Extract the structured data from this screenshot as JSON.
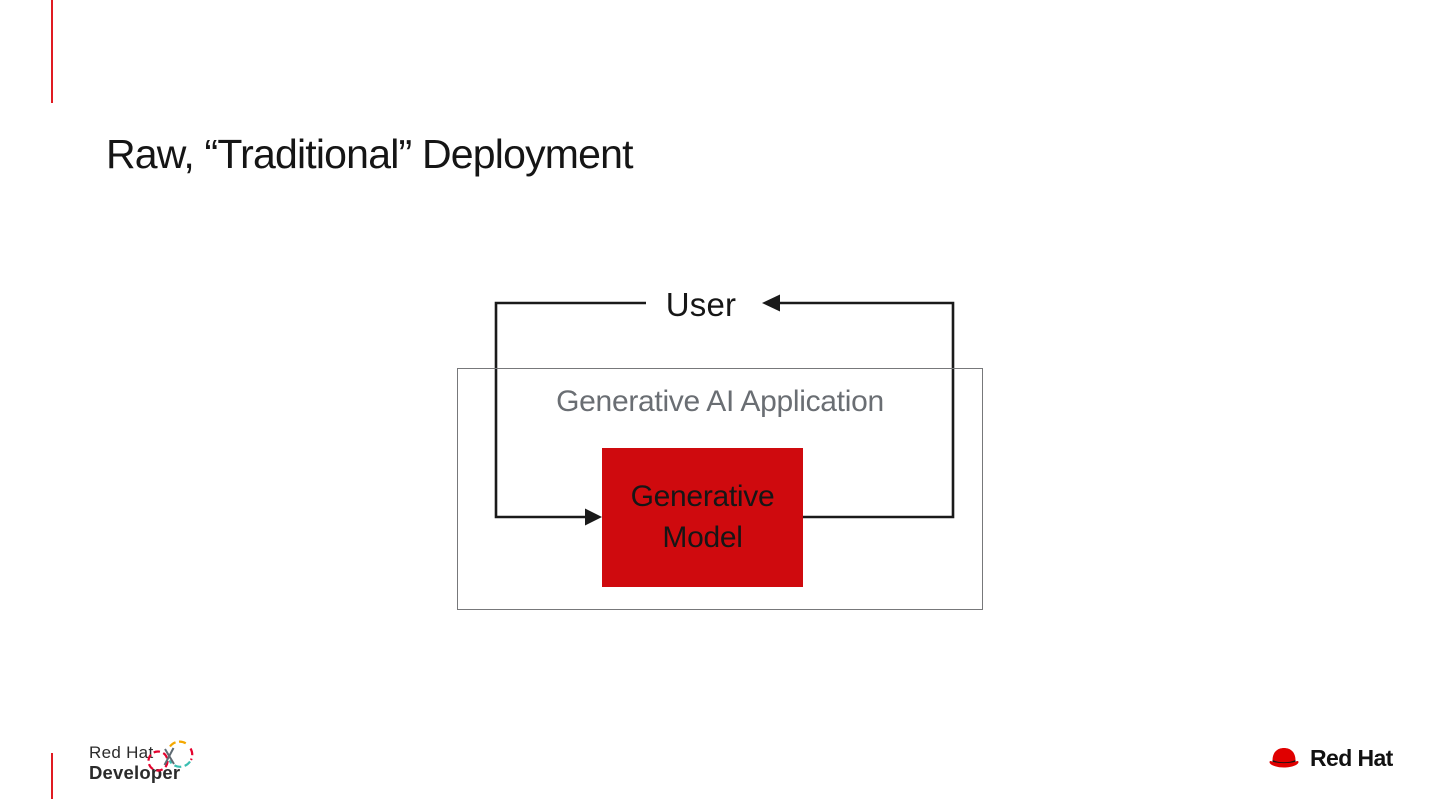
{
  "slide": {
    "title": "Raw, “Traditional” Deployment",
    "background_color": "#ffffff",
    "accent_line_color": "#e01b22"
  },
  "diagram": {
    "user_label": "User",
    "app_box": {
      "label": "Generative AI Application",
      "border_color": "#77787a",
      "label_color": "#6a6e73"
    },
    "model_box": {
      "label": "Generative\nModel",
      "fill_color": "#cf0a0e",
      "text_color": "#161616"
    },
    "arrow_color": "#1a1a1a"
  },
  "footer": {
    "developer_logo": {
      "line1": "Red Hat",
      "line2": "Developer",
      "arc_colors": {
        "red": "#e4032e",
        "orange": "#f4a800",
        "teal": "#3bbfb2"
      }
    },
    "redhat_logo": {
      "text": "Red Hat",
      "hat_color": "#e00000"
    }
  }
}
